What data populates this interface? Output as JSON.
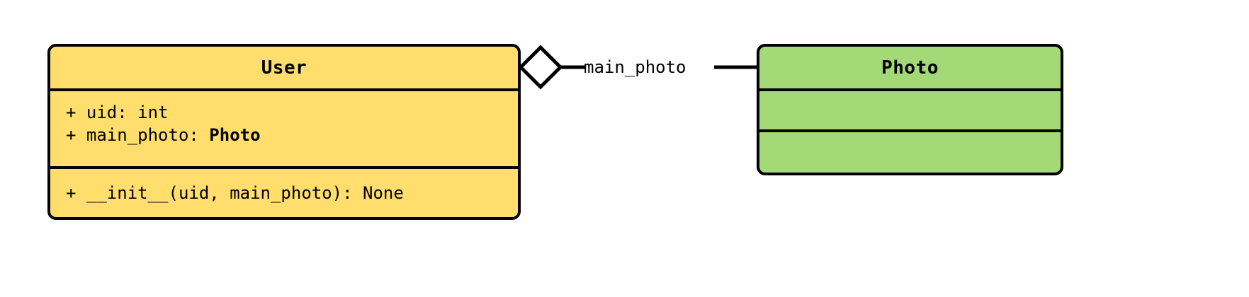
{
  "diagram": {
    "type": "uml-class-diagram",
    "background_color": "#ffffff",
    "classes": [
      {
        "id": "user",
        "name": "User",
        "fill_color": "#ffde6e",
        "border_color": "#000000",
        "attributes": [
          {
            "visibility": "+",
            "text": "+ uid: int",
            "name": "uid",
            "type": "int",
            "type_bold": false
          },
          {
            "visibility": "+",
            "text": "+ main_photo: ",
            "name": "main_photo",
            "type": "Photo",
            "type_bold": true
          }
        ],
        "operations": [
          {
            "visibility": "+",
            "text": "+ __init__(uid, main_photo): None",
            "name": "__init__",
            "params": "uid, main_photo",
            "returns": "None"
          }
        ]
      },
      {
        "id": "photo",
        "name": "Photo",
        "fill_color": "#a3d977",
        "border_color": "#000000",
        "attributes": [],
        "operations": []
      }
    ],
    "relationships": [
      {
        "kind": "aggregation",
        "source": "User",
        "target": "Photo",
        "label": "main_photo",
        "marker": "hollow-diamond",
        "marker_fill": "#ffffff",
        "line_color": "#000000"
      }
    ]
  }
}
